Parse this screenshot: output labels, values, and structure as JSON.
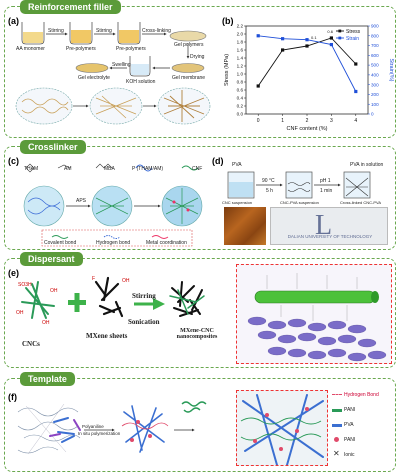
{
  "sections": {
    "reinforcement": {
      "tag": "Reinforcement filler"
    },
    "crosslinker": {
      "tag": "Crosslinker"
    },
    "dispersant": {
      "tag": "Dispersant"
    },
    "template": {
      "tag": "Template"
    }
  },
  "panels": {
    "a": "(a)",
    "b": "(b)",
    "c": "(c)",
    "d": "(d)",
    "e": "(e)",
    "f": "(f)"
  },
  "panel_a": {
    "steps": [
      "AA monomer",
      "Pre-polymers",
      "Pre-polymers",
      "Gel polymers",
      "Gel electrolyte",
      "KOH solution",
      "Gel membrane"
    ],
    "arrows": [
      "Stirring",
      "Stirring",
      "Cross-linking",
      "Swelling",
      "Drying"
    ]
  },
  "panel_c": {
    "legend": [
      "THAM",
      "AM",
      "MBA",
      "P (THAM/AM)",
      "CNF"
    ],
    "labels": [
      "APS",
      "Covalent bond",
      "Hydrogen bond",
      "Metal coordination"
    ]
  },
  "panel_d": {
    "top": [
      "PVA",
      "PVA in solution"
    ],
    "labels": [
      "CNC suspension",
      "CNC-PVA suspension",
      "Cross-linked CNC-PVA"
    ],
    "conditions": [
      "90 °C",
      "5 h",
      "pH 1",
      "1 min"
    ],
    "logo_text": "DALIAN UNIVERSITY OF TECHNOLOGY"
  },
  "panel_e": {
    "labels": [
      "CNCs",
      "MXene sheets",
      "MXene-CNC nanocomposites"
    ],
    "process": [
      "Stirring",
      "Sonication"
    ]
  },
  "panel_f": {
    "labels": [
      "Polyaniline",
      "In situ polymerization"
    ],
    "legend": [
      "Hydrogen Bond",
      "PANI",
      "PVA",
      "PANI",
      "Ionic"
    ]
  },
  "chart_data": {
    "type": "line",
    "xlabel": "CNF content (%)",
    "ylabel": "Stress (MPa)",
    "y2label": "Strain(%)",
    "x": [
      0,
      1,
      2,
      3,
      4
    ],
    "xlim": [
      -0.5,
      4.5
    ],
    "ylim": [
      0.0,
      2.2
    ],
    "y2lim": [
      0,
      900
    ],
    "series": [
      {
        "name": "Stress",
        "axis": "left",
        "color": "#111111",
        "values": [
          0.7,
          1.6,
          1.7,
          1.9,
          1.25
        ]
      },
      {
        "name": "Strain",
        "axis": "right",
        "color": "#1f4fd8",
        "values": [
          800,
          770,
          760,
          710,
          230
        ]
      }
    ],
    "annotations": [
      "0.1",
      "0.6"
    ],
    "yticks": [
      0.0,
      0.2,
      0.4,
      0.6,
      0.8,
      1.0,
      1.2,
      1.4,
      1.6,
      1.8,
      2.0,
      2.2
    ],
    "y2ticks": [
      0,
      100,
      200,
      300,
      400,
      500,
      600,
      700,
      800,
      900
    ],
    "legend_position": "top-right"
  }
}
